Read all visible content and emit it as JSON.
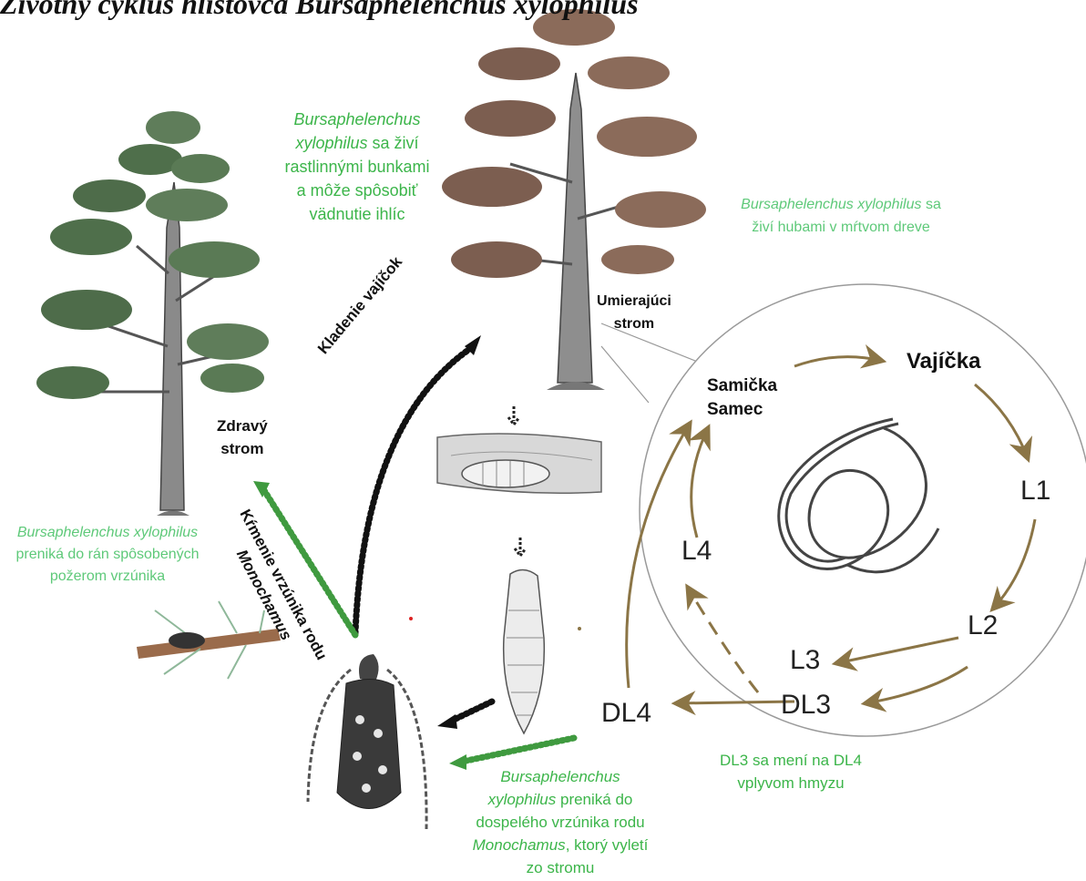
{
  "header": {
    "title": "Životný cyklus hlístovca Bursaphelenchus xylophilus"
  },
  "trees": {
    "healthy": {
      "line1": "Zdravý",
      "line2": "strom"
    },
    "dying": {
      "line1": "Umierajúci",
      "line2": "strom"
    }
  },
  "notes": {
    "feeds_cells": {
      "italic_l1": "Bursaphelenchus",
      "italic_l2": "xylophilus",
      "rest_l2": " sa živí",
      "l3": "rastlinnými bunkami",
      "l4": "a môže spôsobiť",
      "l5": "vädnutie ihlíc"
    },
    "feeds_fungi": {
      "italic": "Bursaphelenchus xylophilus",
      "rest_l1": " sa",
      "l2": "živí hubami v mŕtvom dreve"
    },
    "enters_wounds": {
      "italic": "Bursaphelenchus xylophilus",
      "l2": "preniká do rán spôsobených",
      "l3": "požerom vrzúnika"
    },
    "enters_adult": {
      "italic_l1": "Bursaphelenchus",
      "italic_l2": "xylophilus",
      "rest_l2": " preniká do",
      "l3": "dospelého vrzúnika rodu",
      "italic_l4": "Monochamus",
      "rest_l4": ", ktorý vyletí",
      "l5": "zo stromu"
    },
    "dl3_change": {
      "l1": "DL3 sa mení na DL4",
      "l2": "vplyvom hmyzu"
    }
  },
  "arrows": {
    "egg_laying": "Kladenie vajíčok",
    "feeding_l1": "Kŕmenie vrzúnika rodu",
    "feeding_l2": "Monochamus"
  },
  "cycle": {
    "female": "Samička",
    "male": "Samec",
    "eggs": "Vajíčka",
    "stages": [
      "L1",
      "L2",
      "L3",
      "DL3",
      "L4",
      "DL4"
    ]
  },
  "colors": {
    "green_text": "#3cb54a",
    "light_green_text": "#5ec979",
    "cycle_arrow": "#8b7546",
    "feeding_arrow": "#3f9a3f",
    "black_arrow": "#111111"
  },
  "icons": [
    "healthy-pine-tree-icon",
    "dying-pine-tree-icon",
    "larva-in-wood-icon",
    "pupa-icon",
    "longhorn-beetle-icon",
    "beetle-on-twig-icon",
    "nematode-worm-icon"
  ]
}
